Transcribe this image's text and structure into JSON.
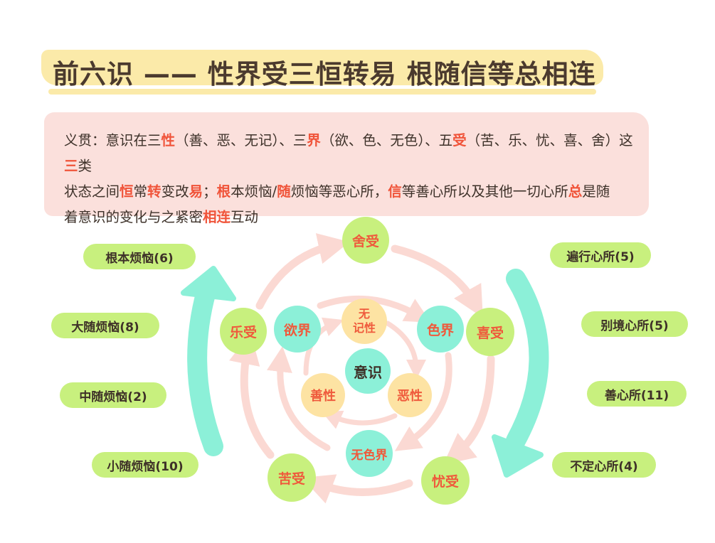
{
  "title": {
    "main": "前六识 —— 性界受三恒转易 根随信等总相连"
  },
  "description": {
    "line1_a": "义贯：意识在三",
    "line1_b": "性",
    "line1_c": "（善、恶、无记）、三",
    "line1_d": "界",
    "line1_e": "（欲、色、无色）、五",
    "line1_f": "受",
    "line1_g": "（苦、乐、忧、喜、舍）这",
    "line1_h": "三",
    "line1_i": "类",
    "line2_a": "状态之间",
    "line2_b": "恒",
    "line2_c": "常",
    "line2_d": "转",
    "line2_e": "变改",
    "line2_f": "易",
    "line2_g": "；",
    "line2_h": "根",
    "line2_i": "本烦恼/",
    "line2_j": "随",
    "line2_k": "烦恼等恶心所，",
    "line2_l": "信",
    "line2_m": "等善心所以及其他一切心所",
    "line2_n": "总",
    "line2_o": "是随",
    "line3_a": "着意识的变化与之紧密",
    "line3_b": "相连",
    "line3_c": "互动"
  },
  "center": {
    "label": "意识"
  },
  "inner_ring": {
    "top": "无\n记性",
    "left": "善性",
    "right": "恶性"
  },
  "middle_ring": {
    "left": "欲界",
    "right": "色界",
    "bottom": "无色界"
  },
  "outer_ring": {
    "top": "舍受",
    "left": "乐受",
    "right": "喜受",
    "bottom_left": "苦受",
    "bottom_right": "忧受"
  },
  "left_pills": [
    "根本烦恼(6)",
    "大随烦恼(8)",
    "中随烦恼(2)",
    "小随烦恼(10)"
  ],
  "right_pills": [
    "遍行心所(5)",
    "别境心所(5)",
    "善心所(11)",
    "不定心所(4)"
  ],
  "colors": {
    "title_bg": "#fbeaa9",
    "desc_bg": "#fbe0dc",
    "green": "#c8f07e",
    "teal": "#8cf0d8",
    "yellow": "#fde3a3",
    "accent_red": "#f0543a",
    "ring_pink": "#fbd9d3"
  }
}
